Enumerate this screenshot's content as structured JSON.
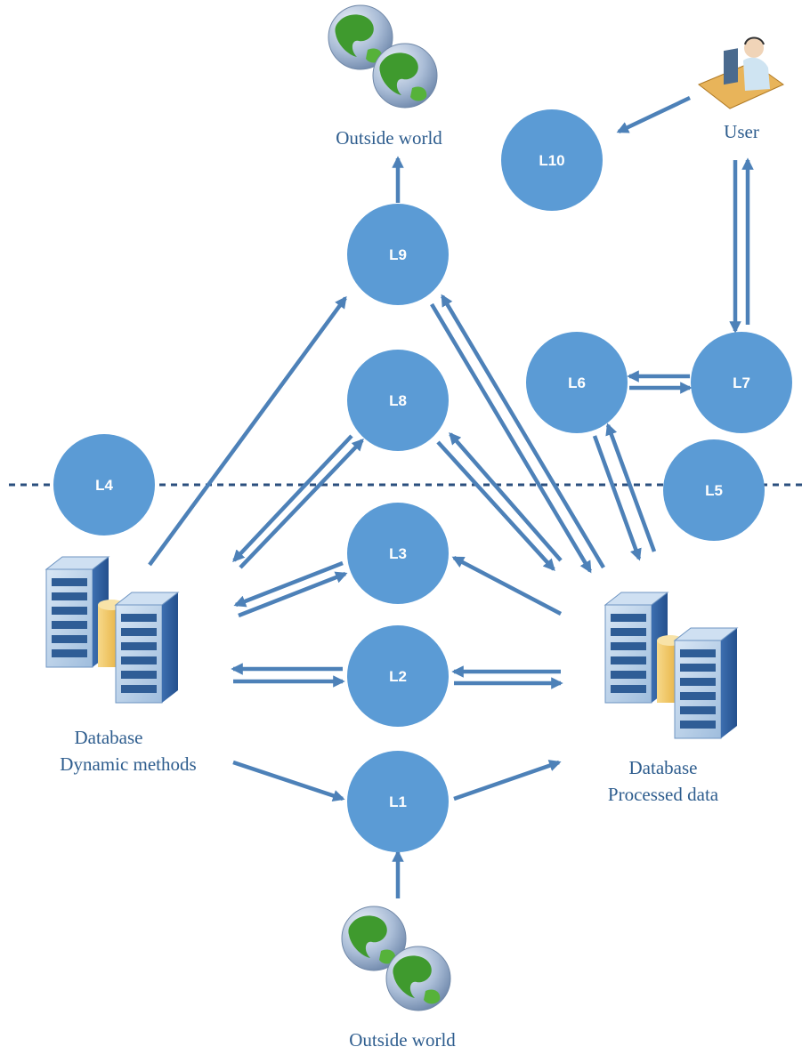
{
  "colors": {
    "node": "#5b9bd5",
    "arrow": "#4d81b8",
    "caption": "#2e5d8e",
    "divider": "#2b4f7e"
  },
  "nodes": {
    "l1": "L1",
    "l2": "L2",
    "l3": "L3",
    "l4": "L4",
    "l5": "L5",
    "l6": "L6",
    "l7": "L7",
    "l8": "L8",
    "l9": "L9",
    "l10": "L10"
  },
  "captions": {
    "outside_top": "Outside world",
    "outside_bottom": "Outside world",
    "user": "User",
    "db_left_1": "Database",
    "db_left_2": "Dynamic methods",
    "db_right_1": "Database",
    "db_right_2": "Processed data"
  },
  "icons": {
    "globe": "globe-icon",
    "server": "database-server-icon",
    "user": "user-workstation-icon"
  }
}
